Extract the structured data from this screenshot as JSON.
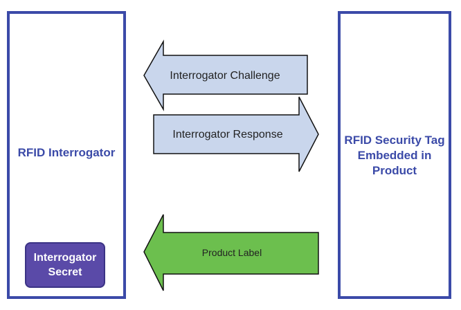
{
  "left_panel": {
    "title": "RFID Interrogator"
  },
  "secret": {
    "label": "Interrogator Secret"
  },
  "right_panel": {
    "title": "RFID Security Tag Embedded in Product"
  },
  "arrows": {
    "challenge": "Interrogator Challenge",
    "response": "Interrogator Response",
    "product_label": "Product Label"
  },
  "colors": {
    "panel_border": "#3b4aa8",
    "secret_fill": "#5a4aa8",
    "blue_arrow": "#c9d6ec",
    "green_arrow": "#6cbf4e"
  }
}
